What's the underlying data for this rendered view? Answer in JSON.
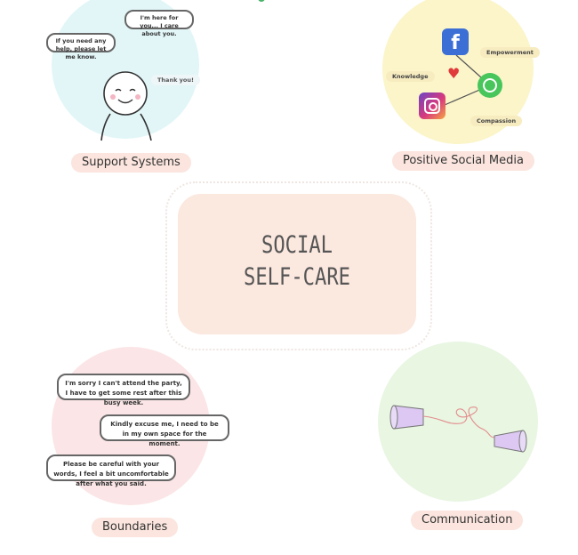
{
  "title": {
    "line1": "SOCIAL",
    "line2": "SELF-CARE"
  },
  "sections": {
    "support": {
      "label": "Support Systems",
      "bubble1": "If you need any help, please let me know.",
      "bubble2": "I'm here for you... I care about you.",
      "thanks": "Thank you!"
    },
    "social_media": {
      "label": "Positive Social Media",
      "tags": {
        "empowerment": "Empowerment",
        "knowledge": "Knowledge",
        "compassion": "Compassion"
      },
      "fb_letter": "f"
    },
    "boundaries": {
      "label": "Boundaries",
      "bubble1": "I'm sorry I can't attend the party, I have to get some rest after this busy week.",
      "bubble2": "Kindly excuse me, I need to be in my own space for the moment.",
      "bubble3": "Please be careful with your words, I feel a bit uncomfortable after what you said."
    },
    "communication": {
      "label": "Communication"
    }
  },
  "icons": [
    "person-icon",
    "facebook-icon",
    "instagram-icon",
    "whatsapp-icon",
    "heart-icon",
    "tin-can-phone-icon"
  ]
}
